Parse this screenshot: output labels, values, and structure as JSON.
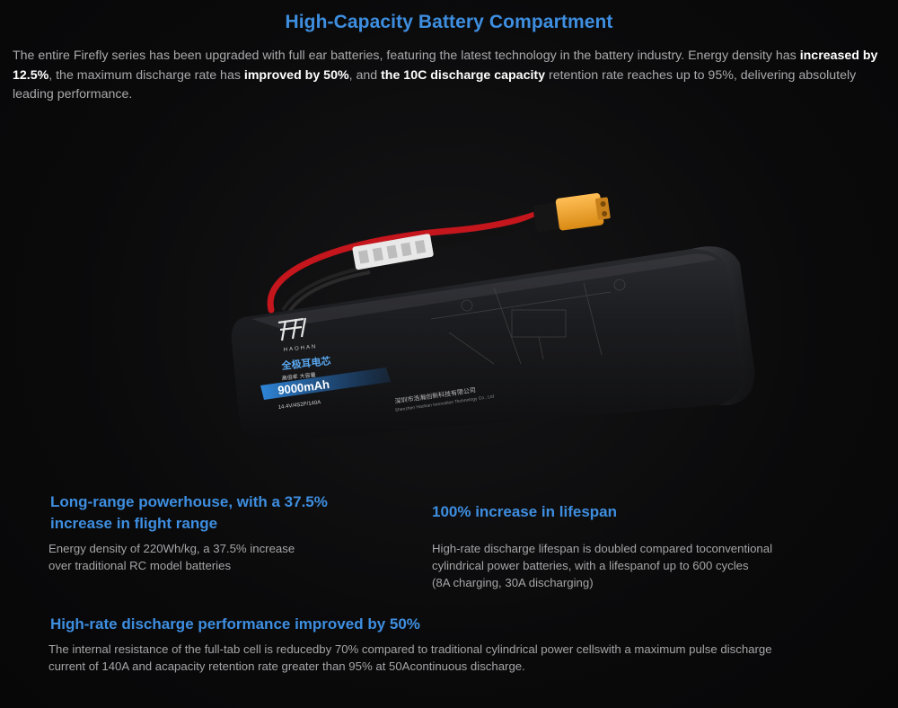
{
  "header": {
    "title": "High-Capacity Battery Compartment"
  },
  "intro": {
    "t1": "The entire Firefly series has been upgraded with full ear batteries, featuring the latest technology in the battery industry. Energy density has ",
    "b1": "increased by 12.5%",
    "t2": ", the maximum discharge rate has ",
    "b2": "improved by 50%",
    "t3": ", and ",
    "b3": "the 10C discharge capacity",
    "t4": " retention rate reaches up to 95%, delivering absolutely leading performance."
  },
  "battery": {
    "brand": "HAOHAN",
    "cn_label": "全极耳电芯",
    "cn_sub": "高倍率 大容量",
    "capacity": "9000mAh",
    "spec": "14.4V/4S2P/140A",
    "maker_cn": "深圳市浩瀚创新科技有限公司",
    "maker_en": "Shenzhen Haohan Innovation Technology Co., Ltd",
    "colors": {
      "body": "#1a1b1e",
      "accent": "#2f86d8",
      "connector": "#f0a12c",
      "wire_red": "#c4161c"
    }
  },
  "features": [
    {
      "title_line1": "Long-range powerhouse, with a 37.5%",
      "title_line2": "increase in flight range",
      "text_line1": "Energy density of 220Wh/kg, a 37.5% increase",
      "text_line2": "over traditional RC model batteries"
    },
    {
      "title": "100% increase in lifespan",
      "text_line1": "High-rate discharge lifespan is doubled compared toconventional",
      "text_line2": "cylindrical power batteries, with a lifespanof up to 600 cycles",
      "text_line3": "(8A charging, 30A discharging)"
    },
    {
      "title": "High-rate discharge performance improved by 50%",
      "text_line1": "The internal resistance of the full-tab cell is reducedby 70% compared to traditional cylindrical power cellswith a maximum pulse discharge",
      "text_line2": "current of 140A and acapacity retention rate greater than 95% at 50Acontinuous discharge."
    }
  ],
  "colors": {
    "background": "#0a0a0b",
    "heading": "#3e8ee0",
    "body_text": "#a9a9ab",
    "emphasis": "#ffffff"
  }
}
